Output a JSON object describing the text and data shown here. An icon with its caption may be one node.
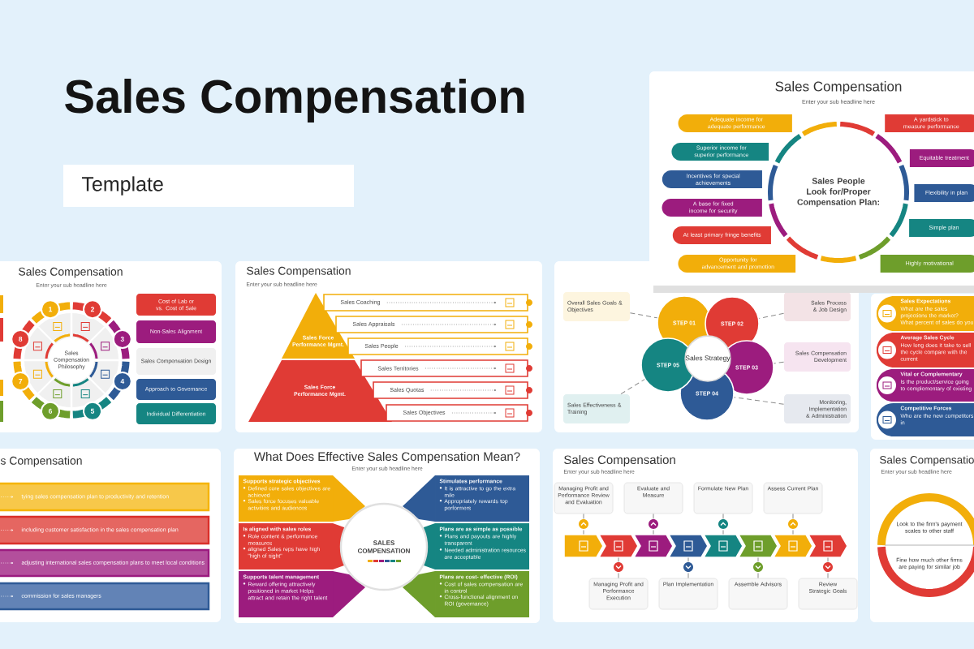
{
  "diagram": {
    "title": "Sales Compensation",
    "nodes": [
      {
        "text": [
          "Sales Compensation",
          "Enter your sub headline here"
        ]
      },
      {
        "text": [
          "Sales People Look for/Proper Compensation Plan:"
        ],
        "in": 0
      },
      {
        "text": [
          "Adequate income for adequate performance"
        ],
        "in": 0
      },
      {
        "text": [
          "Superior income for superior performance"
        ],
        "in": 0
      },
      {
        "text": [
          "Incentives for special achievements"
        ],
        "in": 0
      },
      {
        "text": [
          "A base for fixed income for security"
        ],
        "in": 0
      },
      {
        "text": [
          "At least primary fringe benefits"
        ],
        "in": 0
      },
      {
        "text": [
          "Opportunity for advancement and promotion"
        ],
        "in": 0
      },
      {
        "text": [
          "A yardstick to measure performance"
        ],
        "in": 0
      },
      {
        "text": [
          "Equitable treatment"
        ],
        "in": 0
      },
      {
        "text": [
          "Flexibility in plan"
        ],
        "in": 0
      },
      {
        "text": [
          "Simple plan"
        ],
        "in": 0
      },
      {
        "text": [
          "Highly motivational"
        ],
        "in": 0
      },
      {
        "text": [
          "Sales Compensation",
          "Enter your sub headline here"
        ]
      },
      {
        "text": [
          "Sales Compensation Philosophy"
        ],
        "in": 13
      },
      {
        "text": [
          "1"
        ],
        "in": 13
      },
      {
        "text": [
          "2"
        ],
        "in": 13
      },
      {
        "text": [
          "3"
        ],
        "in": 13
      },
      {
        "text": [
          "4"
        ],
        "in": 13
      },
      {
        "text": [
          "5"
        ],
        "in": 13
      },
      {
        "text": [
          "6"
        ],
        "in": 13
      },
      {
        "text": [
          "7"
        ],
        "in": 13
      },
      {
        "text": [
          "8"
        ],
        "in": 13
      },
      {
        "text": [
          "Cost of Lab or vs. Cost of Sale"
        ],
        "in": 13
      },
      {
        "text": [
          "Non-Sales Alignment"
        ],
        "in": 13
      },
      {
        "text": [
          "Sales Compensation Design"
        ],
        "in": 13
      },
      {
        "text": [
          "Approach to Governance"
        ],
        "in": 13
      },
      {
        "text": [
          "Individual Differentiation"
        ],
        "in": 13
      },
      {
        "text": [
          "Sales Compensation",
          "Enter your sub headline here"
        ]
      },
      {
        "text": [
          "Sales Force Performance Mgmt."
        ],
        "in": 28
      },
      {
        "text": [
          "Sales Force Performance Mgmt."
        ],
        "in": 28
      },
      {
        "text": [
          "Sales Coaching"
        ],
        "in": 28
      },
      {
        "text": [
          "Sales Appraisals"
        ],
        "in": 28
      },
      {
        "text": [
          "Sales People"
        ],
        "in": 28
      },
      {
        "text": [
          "Sales Territories"
        ],
        "in": 28
      },
      {
        "text": [
          "Sales Quotas"
        ],
        "in": 28
      },
      {
        "text": [
          "Sales Objectives"
        ],
        "in": 28
      },
      {
        "text": [],
        "shape": "box"
      },
      {
        "text": [
          "Sales Strategy"
        ],
        "in": 37
      },
      {
        "text": [
          "STEP 01"
        ],
        "in": 37
      },
      {
        "text": [
          "STEP 02"
        ],
        "in": 37
      },
      {
        "text": [
          "STEP 03"
        ],
        "in": 37
      },
      {
        "text": [
          "STEP 04"
        ],
        "in": 37
      },
      {
        "text": [
          "STEP 05"
        ],
        "in": 37
      },
      {
        "text": [
          "Overall Sales Goals & Objectives"
        ],
        "in": 37
      },
      {
        "text": [
          "Sales Process & Job Design"
        ],
        "in": 37
      },
      {
        "text": [
          "Sales Compensation Development"
        ],
        "in": 37
      },
      {
        "text": [
          "Monitoring, Implementation & Administration"
        ],
        "in": 37
      },
      {
        "text": [
          "Sales Effectiveness & Training"
        ],
        "in": 37
      },
      {
        "text": [],
        "shape": "box"
      },
      {
        "text": [
          "Sales Expectations",
          "What are the sales projections the market? What percent of sales do you"
        ],
        "in": 49
      },
      {
        "text": [
          "Average Sales Cycle",
          "How long does it take to sell the cycle compare with the current"
        ],
        "in": 49
      },
      {
        "text": [
          "Vital or Complementary",
          "Is the product/service going to complementary of existing"
        ],
        "in": 49
      },
      {
        "text": [
          "Competitive Forces",
          "Who are the new competitors in"
        ],
        "in": 49
      },
      {
        "text": [
          "s Compensation"
        ]
      },
      {
        "text": [
          "tying sales compensation plan to productivity and retention"
        ],
        "in": 54
      },
      {
        "text": [
          "including customer satisfaction in the sales compensation plan"
        ],
        "in": 54
      },
      {
        "text": [
          "adjusting international sales compensation plans to meet local conditions"
        ],
        "in": 54
      },
      {
        "text": [
          "commission for sales managers"
        ],
        "in": 54
      },
      {
        "text": [
          "What Does Effective Sales Compensation Mean?",
          "Enter your sub headline here"
        ]
      },
      {
        "text": [
          "SALES COMPENSATION"
        ],
        "in": 59
      },
      {
        "text": [
          "Supports strategic objectives",
          "Defined core sales objectives are achieved",
          "Sales force focuses valuable activities and audiences"
        ],
        "in": 59
      },
      {
        "text": [
          "Is aligned with sales roles",
          "Role content & performance measures",
          "aligned Sales reps have high \"high of sight\""
        ],
        "in": 59
      },
      {
        "text": [
          "Supports talent management",
          "Reward offering attractively positioned in market Helps attract and retain the right talent"
        ],
        "in": 59
      },
      {
        "text": [
          "Stimulates performance",
          "It is attractive to go the extra mile",
          "Appropriately rewards top performers"
        ],
        "in": 59
      },
      {
        "text": [
          "Plans are as simple as possible",
          "Plans and payouts are highly transparent",
          "Needed administration resources are acceptable"
        ],
        "in": 59
      },
      {
        "text": [
          "Plans are cost- effective (ROI)",
          "Cost of sales compensation are in control",
          "Cross-functional alignment on ROI (governance)"
        ],
        "in": 59
      },
      {
        "text": [
          "Sales Compensation",
          "Enter your sub headline here"
        ]
      },
      {
        "text": [],
        "shape": "chevron",
        "in": 67
      },
      {
        "text": [],
        "shape": "chevron",
        "in": 67
      },
      {
        "text": [],
        "shape": "chevron",
        "in": 67
      },
      {
        "text": [],
        "shape": "chevron",
        "in": 67
      },
      {
        "text": [],
        "shape": "chevron",
        "in": 67
      },
      {
        "text": [],
        "shape": "chevron",
        "in": 67
      },
      {
        "text": [],
        "shape": "chevron",
        "in": 67
      },
      {
        "text": [],
        "shape": "chevron",
        "in": 67
      },
      {
        "text": [
          "Managing Profit and Performance Review and Evaluation"
        ],
        "in": 67
      },
      {
        "text": [
          "Evaluate and Measure"
        ],
        "in": 67
      },
      {
        "text": [
          "Formulate New Plan"
        ],
        "in": 67
      },
      {
        "text": [
          "Assess Current Plan"
        ],
        "in": 67
      },
      {
        "text": [
          "Managing Profit and Performance Execution"
        ],
        "in": 67
      },
      {
        "text": [
          "Plan Implementation"
        ],
        "in": 67
      },
      {
        "text": [
          "Assemble Advisors"
        ],
        "in": 67
      },
      {
        "text": [
          "Review Strategic Goals"
        ],
        "in": 67
      },
      {
        "text": [
          "Sales Compensatio",
          "Enter your sub headline here"
        ]
      },
      {
        "text": [
          "Look to the firm's payment scales to other staff"
        ],
        "in": 84
      },
      {
        "text": [
          "Fine how much other firms are paying for similar job"
        ],
        "in": 84
      }
    ],
    "edges": [
      {
        "from": 44,
        "to": 39,
        "arrow": "none",
        "style": "dashed"
      },
      {
        "from": 45,
        "to": 40,
        "arrow": "none",
        "style": "dashed"
      },
      {
        "from": 46,
        "to": 41,
        "arrow": "none",
        "style": "dashed"
      },
      {
        "from": 47,
        "to": 42,
        "arrow": "none",
        "style": "dashed"
      },
      {
        "from": 48,
        "to": 43,
        "arrow": "none",
        "style": "dashed"
      },
      {
        "from": 76,
        "to": 68,
        "arrow": "none",
        "style": "dashed"
      },
      {
        "from": 77,
        "to": 70,
        "arrow": "none",
        "style": "dashed"
      },
      {
        "from": 78,
        "to": 72,
        "arrow": "none",
        "style": "dashed"
      },
      {
        "from": 79,
        "to": 74,
        "arrow": "none",
        "style": "dashed"
      },
      {
        "from": 80,
        "to": 69,
        "arrow": "none",
        "style": "dashed"
      },
      {
        "from": 81,
        "to": 71,
        "arrow": "none",
        "style": "dashed"
      },
      {
        "from": 82,
        "to": 73,
        "arrow": "none",
        "style": "dashed"
      },
      {
        "from": 83,
        "to": 75,
        "arrow": "none",
        "style": "dashed"
      }
    ],
    "labels": [
      "Template"
    ]
  }
}
